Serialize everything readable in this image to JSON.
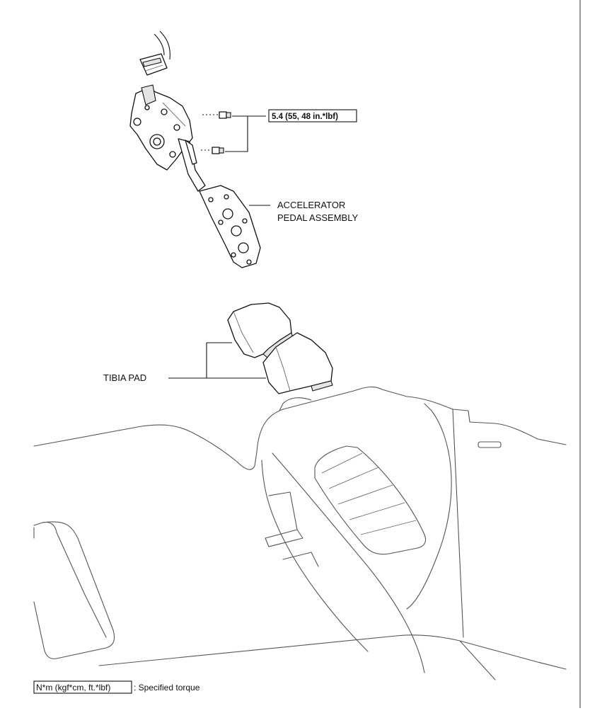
{
  "labels": {
    "torque_spec": "5.4 (55, 48 in.*lbf)",
    "accelerator_line1": "ACCELERATOR",
    "accelerator_line2": "PEDAL ASSEMBLY",
    "tibia_pad": "TIBIA PAD"
  },
  "legend": {
    "unit_box": "N*m (kgf*cm, ft.*lbf)",
    "description": ": Specified torque"
  }
}
